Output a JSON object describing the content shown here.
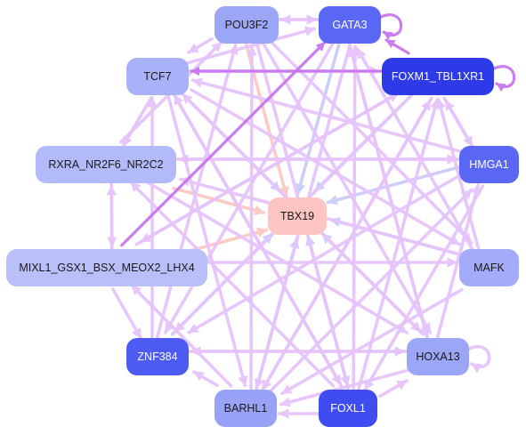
{
  "network": {
    "nodes": [
      {
        "id": "POU3F2",
        "label": "POU3F2",
        "fill": "#9ca6f7",
        "text": "#1a1a1a"
      },
      {
        "id": "GATA3",
        "label": "GATA3",
        "fill": "#5a66f4",
        "text": "#ffffff"
      },
      {
        "id": "TCF7",
        "label": "TCF7",
        "fill": "#a9b1f8",
        "text": "#1a1a1a"
      },
      {
        "id": "FOXM1_TBL1XR1",
        "label": "FOXM1_TBL1XR1",
        "fill": "#2c3ae8",
        "text": "#ffffff"
      },
      {
        "id": "RXRA",
        "label": "RXRA_NR2F6_NR2C2",
        "fill": "#b3baf9",
        "text": "#1a1a1a"
      },
      {
        "id": "HMGA1",
        "label": "HMGA1",
        "fill": "#5a66f4",
        "text": "#ffffff"
      },
      {
        "id": "TBX19",
        "label": "TBX19",
        "fill": "#fdc4c4",
        "text": "#1a1a1a"
      },
      {
        "id": "MIXL1",
        "label": "MIXL1_GSX1_BSX_MEOX2_LHX4",
        "fill": "#b9bff9",
        "text": "#1a1a1a"
      },
      {
        "id": "MAFK",
        "label": "MAFK",
        "fill": "#a3acf8",
        "text": "#1a1a1a"
      },
      {
        "id": "ZNF384",
        "label": "ZNF384",
        "fill": "#4e5bf3",
        "text": "#ffffff"
      },
      {
        "id": "HOXA13",
        "label": "HOXA13",
        "fill": "#9ca6f7",
        "text": "#1a1a1a"
      },
      {
        "id": "BARHL1",
        "label": "BARHL1",
        "fill": "#98a2f6",
        "text": "#1a1a1a"
      },
      {
        "id": "FOXL1",
        "label": "FOXL1",
        "fill": "#3e4cf0",
        "text": "#ffffff"
      }
    ],
    "edge_colors": {
      "default": "#e6c4fb",
      "strong": "#c975ef",
      "blue": "#c9cdf8",
      "salmon": "#fcc9c2"
    },
    "edges": [
      {
        "s": "POU3F2",
        "t": "GATA3",
        "c": "default"
      },
      {
        "s": "GATA3",
        "t": "POU3F2",
        "c": "default"
      },
      {
        "s": "POU3F2",
        "t": "TCF7",
        "c": "default"
      },
      {
        "s": "POU3F2",
        "t": "TBX19",
        "c": "salmon"
      },
      {
        "s": "POU3F2",
        "t": "HOXA13",
        "c": "default"
      },
      {
        "s": "POU3F2",
        "t": "FOXL1",
        "c": "default"
      },
      {
        "s": "POU3F2",
        "t": "MAFK",
        "c": "default"
      },
      {
        "s": "GATA3",
        "t": "GATA3",
        "c": "strong",
        "loop": "right"
      },
      {
        "s": "FOXM1_TBL1XR1",
        "t": "GATA3",
        "c": "strong"
      },
      {
        "s": "TCF7",
        "t": "GATA3",
        "c": "default"
      },
      {
        "s": "GATA3",
        "t": "TBX19",
        "c": "blue"
      },
      {
        "s": "GATA3",
        "t": "ZNF384",
        "c": "default"
      },
      {
        "s": "GATA3",
        "t": "BARHL1",
        "c": "default"
      },
      {
        "s": "GATA3",
        "t": "HOXA13",
        "c": "default"
      },
      {
        "s": "FOXM1_TBL1XR1",
        "t": "FOXM1_TBL1XR1",
        "c": "strong",
        "loop": "right"
      },
      {
        "s": "FOXM1_TBL1XR1",
        "t": "TCF7",
        "c": "strong"
      },
      {
        "s": "TCF7",
        "t": "FOXM1_TBL1XR1",
        "c": "default"
      },
      {
        "s": "FOXM1_TBL1XR1",
        "t": "TBX19",
        "c": "blue"
      },
      {
        "s": "FOXM1_TBL1XR1",
        "t": "MIXL1",
        "c": "default"
      },
      {
        "s": "FOXM1_TBL1XR1",
        "t": "BARHL1",
        "c": "default"
      },
      {
        "s": "FOXM1_TBL1XR1",
        "t": "ZNF384",
        "c": "default"
      },
      {
        "s": "FOXM1_TBL1XR1",
        "t": "HMGA1",
        "c": "default"
      },
      {
        "s": "TCF7",
        "t": "RXRA",
        "c": "default"
      },
      {
        "s": "TCF7",
        "t": "TBX19",
        "c": "blue"
      },
      {
        "s": "TCF7",
        "t": "HOXA13",
        "c": "default"
      },
      {
        "s": "TCF7",
        "t": "FOXL1",
        "c": "default"
      },
      {
        "s": "TCF7",
        "t": "MAFK",
        "c": "default"
      },
      {
        "s": "TCF7",
        "t": "BARHL1",
        "c": "default"
      },
      {
        "s": "RXRA",
        "t": "MIXL1",
        "c": "default"
      },
      {
        "s": "MIXL1",
        "t": "RXRA",
        "c": "default"
      },
      {
        "s": "RXRA",
        "t": "TBX19",
        "c": "salmon"
      },
      {
        "s": "RXRA",
        "t": "HMGA1",
        "c": "default"
      },
      {
        "s": "HMGA1",
        "t": "RXRA",
        "c": "default"
      },
      {
        "s": "RXRA",
        "t": "POU3F2",
        "c": "default"
      },
      {
        "s": "RXRA",
        "t": "HOXA13",
        "c": "default"
      },
      {
        "s": "HMGA1",
        "t": "TBX19",
        "c": "blue"
      },
      {
        "s": "HMGA1",
        "t": "FOXM1_TBL1XR1",
        "c": "default"
      },
      {
        "s": "HMGA1",
        "t": "TCF7",
        "c": "default"
      },
      {
        "s": "HMGA1",
        "t": "ZNF384",
        "c": "default"
      },
      {
        "s": "HMGA1",
        "t": "FOXL1",
        "c": "default"
      },
      {
        "s": "MIXL1",
        "t": "TBX19",
        "c": "salmon"
      },
      {
        "s": "MIXL1",
        "t": "MAFK",
        "c": "default"
      },
      {
        "s": "MIXL1",
        "t": "GATA3",
        "c": "strong"
      },
      {
        "s": "MIXL1",
        "t": "ZNF384",
        "c": "default"
      },
      {
        "s": "MIXL1",
        "t": "FOXM1_TBL1XR1",
        "c": "default"
      },
      {
        "s": "MAFK",
        "t": "TBX19",
        "c": "blue"
      },
      {
        "s": "MAFK",
        "t": "GATA3",
        "c": "default"
      },
      {
        "s": "MAFK",
        "t": "FOXM1_TBL1XR1",
        "c": "default"
      },
      {
        "s": "MAFK",
        "t": "RXRA",
        "c": "default"
      },
      {
        "s": "MAFK",
        "t": "BARHL1",
        "c": "default"
      },
      {
        "s": "ZNF384",
        "t": "TBX19",
        "c": "blue"
      },
      {
        "s": "ZNF384",
        "t": "HOXA13",
        "c": "default"
      },
      {
        "s": "HOXA13",
        "t": "ZNF384",
        "c": "default"
      },
      {
        "s": "ZNF384",
        "t": "TCF7",
        "c": "default"
      },
      {
        "s": "ZNF384",
        "t": "POU3F2",
        "c": "default"
      },
      {
        "s": "HOXA13",
        "t": "HOXA13",
        "c": "default",
        "loop": "right"
      },
      {
        "s": "HOXA13",
        "t": "TBX19",
        "c": "blue"
      },
      {
        "s": "HOXA13",
        "t": "BARHL1",
        "c": "default"
      },
      {
        "s": "HOXA13",
        "t": "TCF7",
        "c": "default"
      },
      {
        "s": "HOXA13",
        "t": "GATA3",
        "c": "default"
      },
      {
        "s": "HOXA13",
        "t": "HMGA1",
        "c": "default"
      },
      {
        "s": "BARHL1",
        "t": "TBX19",
        "c": "blue"
      },
      {
        "s": "BARHL1",
        "t": "MIXL1",
        "c": "default"
      },
      {
        "s": "BARHL1",
        "t": "ZNF384",
        "c": "default"
      },
      {
        "s": "BARHL1",
        "t": "POU3F2",
        "c": "default"
      },
      {
        "s": "BARHL1",
        "t": "FOXM1_TBL1XR1",
        "c": "default"
      },
      {
        "s": "BARHL1",
        "t": "HMGA1",
        "c": "default"
      },
      {
        "s": "FOXL1",
        "t": "TBX19",
        "c": "blue"
      },
      {
        "s": "FOXL1",
        "t": "GATA3",
        "c": "default"
      },
      {
        "s": "FOXL1",
        "t": "BARHL1",
        "c": "default"
      },
      {
        "s": "FOXL1",
        "t": "FOXM1_TBL1XR1",
        "c": "default"
      },
      {
        "s": "FOXL1",
        "t": "TCF7",
        "c": "default"
      },
      {
        "s": "FOXL1",
        "t": "RXRA",
        "c": "default"
      },
      {
        "s": "FOXL1",
        "t": "HOXA13",
        "c": "default"
      }
    ]
  }
}
